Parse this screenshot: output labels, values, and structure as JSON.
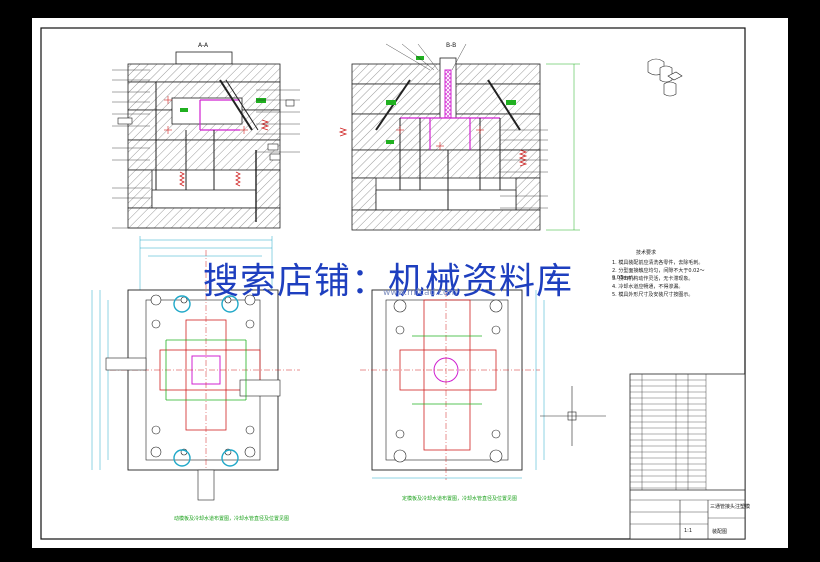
{
  "watermark": {
    "text": "搜索店铺：机械资料库",
    "small": "www.mfcad.com"
  },
  "sections": {
    "left": "A-A",
    "right": "B-B"
  },
  "notes": {
    "heading": "技术要求",
    "lines": [
      "1. 模具装配前应清洗各零件，去除毛刺。",
      "2. 分型面接触应均匀，间隙不大于0.02～0.03mm。",
      "3. 顶出机构动作灵活，无卡滞现象。",
      "4. 冷却水道应畅通，不得渗漏。",
      "5. 模具外形尺寸及安装尺寸按图示。"
    ]
  },
  "captions": {
    "left": "动模板及冷却水道布置图，冷却水管直径及位置见图",
    "right": "定模板及冷却水道布置图，冷却水管直径及位置见图"
  },
  "titleblock": {
    "name": "三通管接头注塑模",
    "material": "装配图",
    "scale": "1:1"
  },
  "colors": {
    "background": "#000000",
    "paper": "#ffffff",
    "line": "#1a1a1a",
    "red": "#d02020",
    "magenta": "#d020d0",
    "green": "#20b020",
    "cyan": "#20a8c8",
    "watermark": "#1e3fbf"
  }
}
